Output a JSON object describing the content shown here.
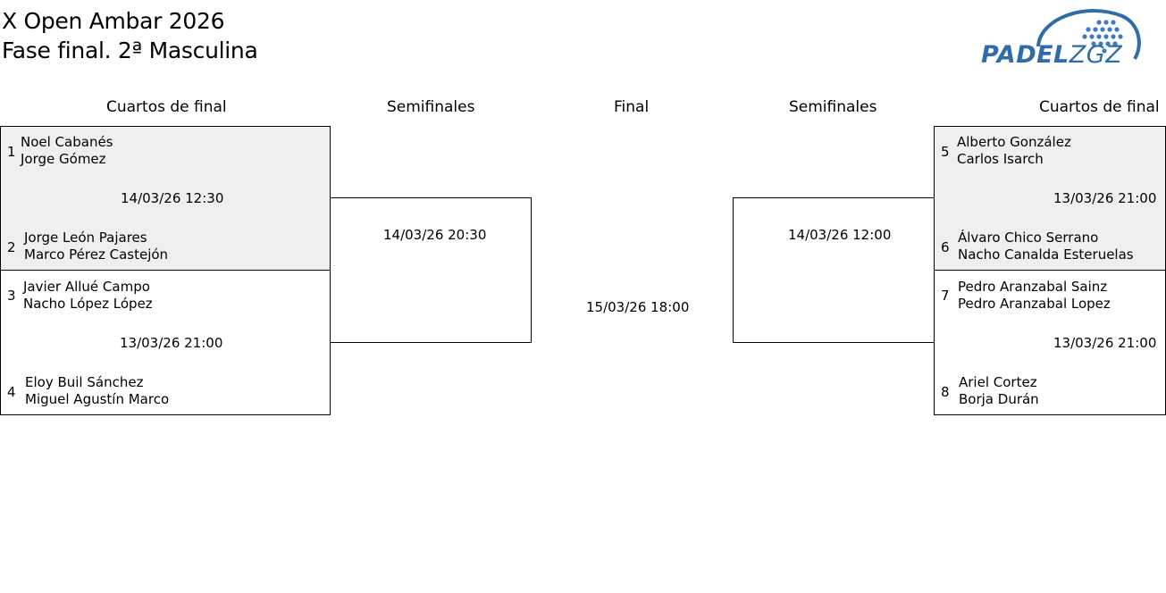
{
  "header": {
    "title_line1": "X Open Ambar 2026",
    "title_line2": "Fase final. 2ª Masculina",
    "logo_text_a": "PADEL",
    "logo_text_b": "ZGZ"
  },
  "columns": {
    "left_quarter": "Cuartos de final",
    "left_semi": "Semifinales",
    "final": "Final",
    "right_semi": "Semifinales",
    "right_quarter": "Cuartos de final"
  },
  "quarterfinals": [
    {
      "date": "14/03/26 12:30",
      "teams": [
        {
          "seed": "1",
          "players": [
            "Noel Cabanés",
            "Jorge Gómez"
          ]
        },
        {
          "seed": "2",
          "players": [
            "Jorge León Pajares",
            "Marco Pérez Castejón"
          ]
        }
      ]
    },
    {
      "date": "13/03/26 21:00",
      "teams": [
        {
          "seed": "3",
          "players": [
            "Javier Allué Campo",
            "Nacho López López"
          ]
        },
        {
          "seed": "4",
          "players": [
            "Eloy Buil Sánchez",
            "Miguel Agustín Marco"
          ]
        }
      ]
    },
    {
      "date": "13/03/26 21:00",
      "teams": [
        {
          "seed": "5",
          "players": [
            "Alberto González",
            "Carlos Isarch"
          ]
        },
        {
          "seed": "6",
          "players": [
            "Álvaro Chico Serrano",
            "Nacho Canalda Esteruelas"
          ]
        }
      ]
    },
    {
      "date": "13/03/26 21:00",
      "teams": [
        {
          "seed": "7",
          "players": [
            "Pedro Aranzabal Sainz",
            "Pedro Aranzabal Lopez"
          ]
        },
        {
          "seed": "8",
          "players": [
            "Ariel Cortez",
            "Borja Durán"
          ]
        }
      ]
    }
  ],
  "semifinals": [
    {
      "date": "14/03/26 20:30"
    },
    {
      "date": "14/03/26 12:00"
    }
  ],
  "final": {
    "date": "15/03/26 18:00"
  },
  "colors": {
    "shaded": "#efefef",
    "logo_blue": "#2f6ca8"
  }
}
